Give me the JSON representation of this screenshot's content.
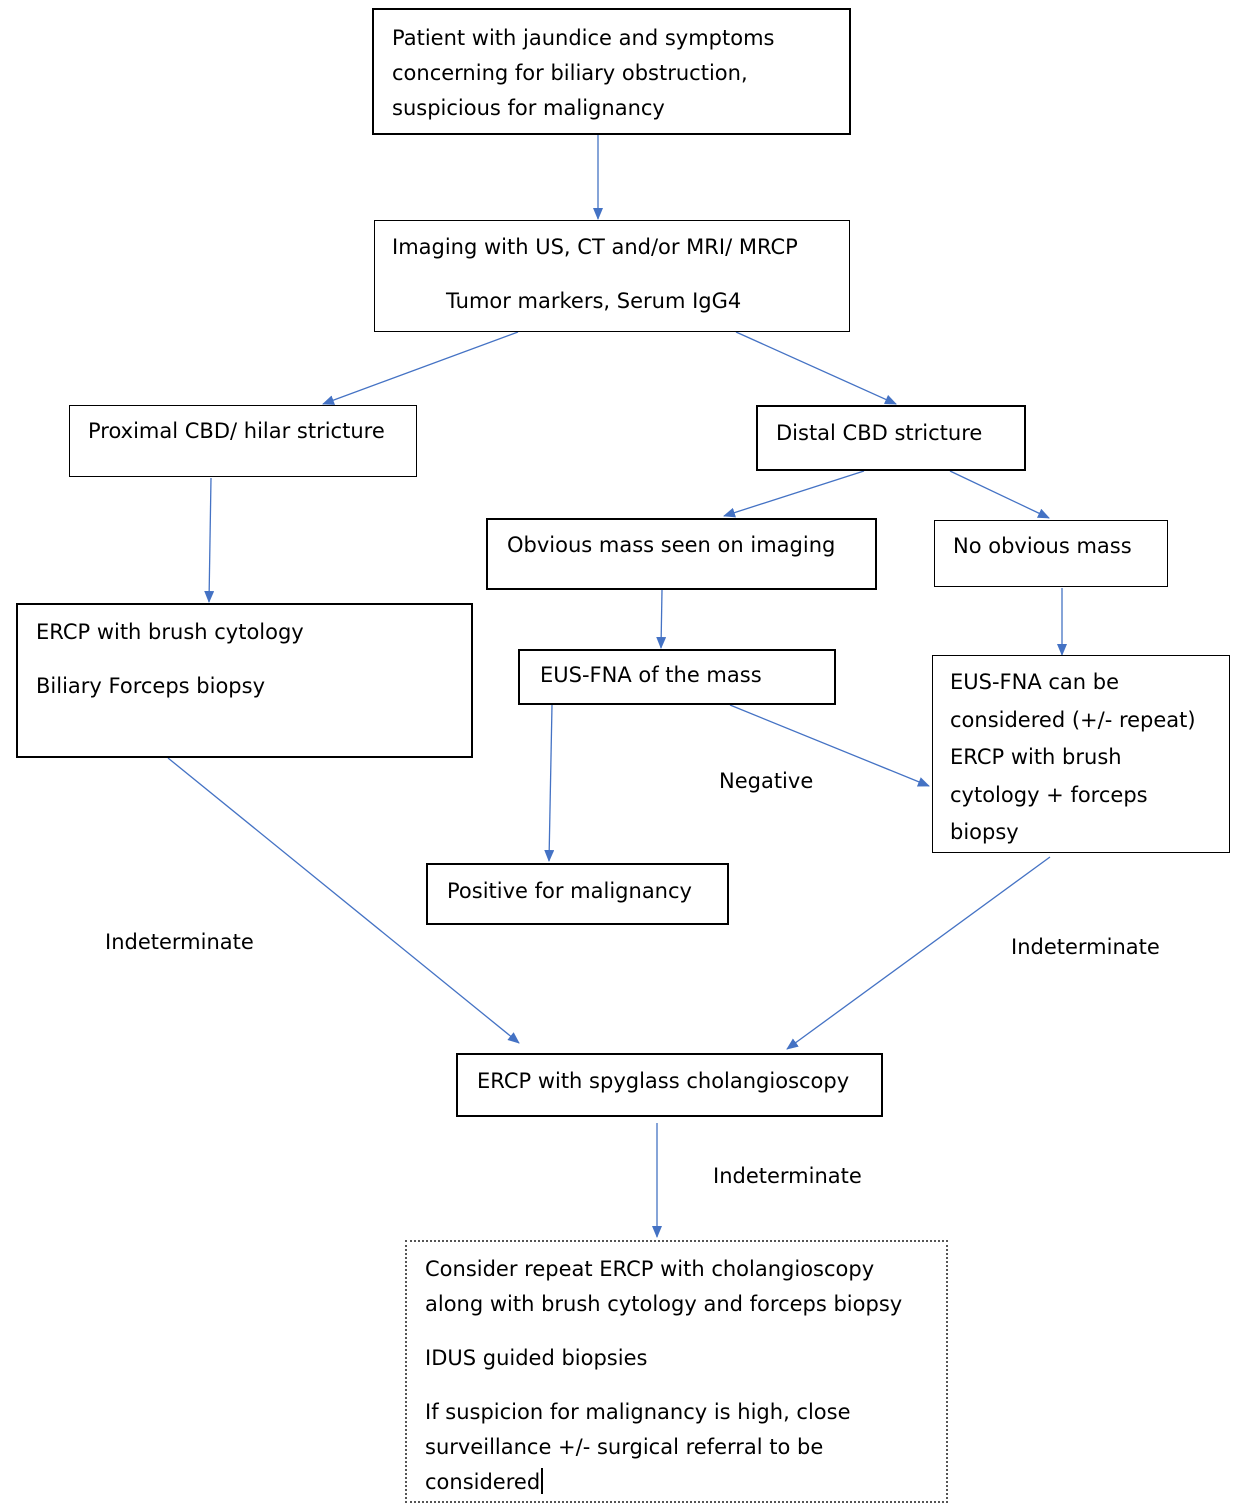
{
  "nodes": {
    "start": [
      "Patient with jaundice and symptoms",
      "concerning for biliary obstruction,",
      "suspicious for malignancy"
    ],
    "imaging": [
      "Imaging with US, CT and/or MRI/ MRCP",
      "Tumor markers, Serum IgG4"
    ],
    "proximal": "Proximal CBD/ hilar stricture",
    "distal": "Distal CBD stricture",
    "ercp_brush": [
      "ERCP with brush cytology",
      "Biliary Forceps biopsy"
    ],
    "obvious_mass": "Obvious mass seen on imaging",
    "no_mass": "No obvious mass",
    "eus_fna_mass": "EUS-FNA of the mass",
    "eus_fna_consider": [
      "EUS-FNA can be",
      "considered (+/- repeat)",
      "ERCP with brush",
      "cytology + forceps",
      "biopsy"
    ],
    "positive": "Positive for malignancy",
    "spyglass": "ERCP with spyglass cholangioscopy",
    "final": [
      "Consider repeat ERCP with cholangioscopy",
      "along with brush cytology and forceps biopsy",
      "IDUS guided biopsies",
      "If suspicion for malignancy is high, close",
      "surveillance +/- surgical referral to be",
      "considered"
    ]
  },
  "edge_labels": {
    "negative": "Negative",
    "indeterminate_left": "Indeterminate",
    "indeterminate_right": "Indeterminate",
    "indeterminate_bottom": "Indeterminate"
  },
  "colors": {
    "arrow": "#4472c4",
    "border": "#000000"
  }
}
